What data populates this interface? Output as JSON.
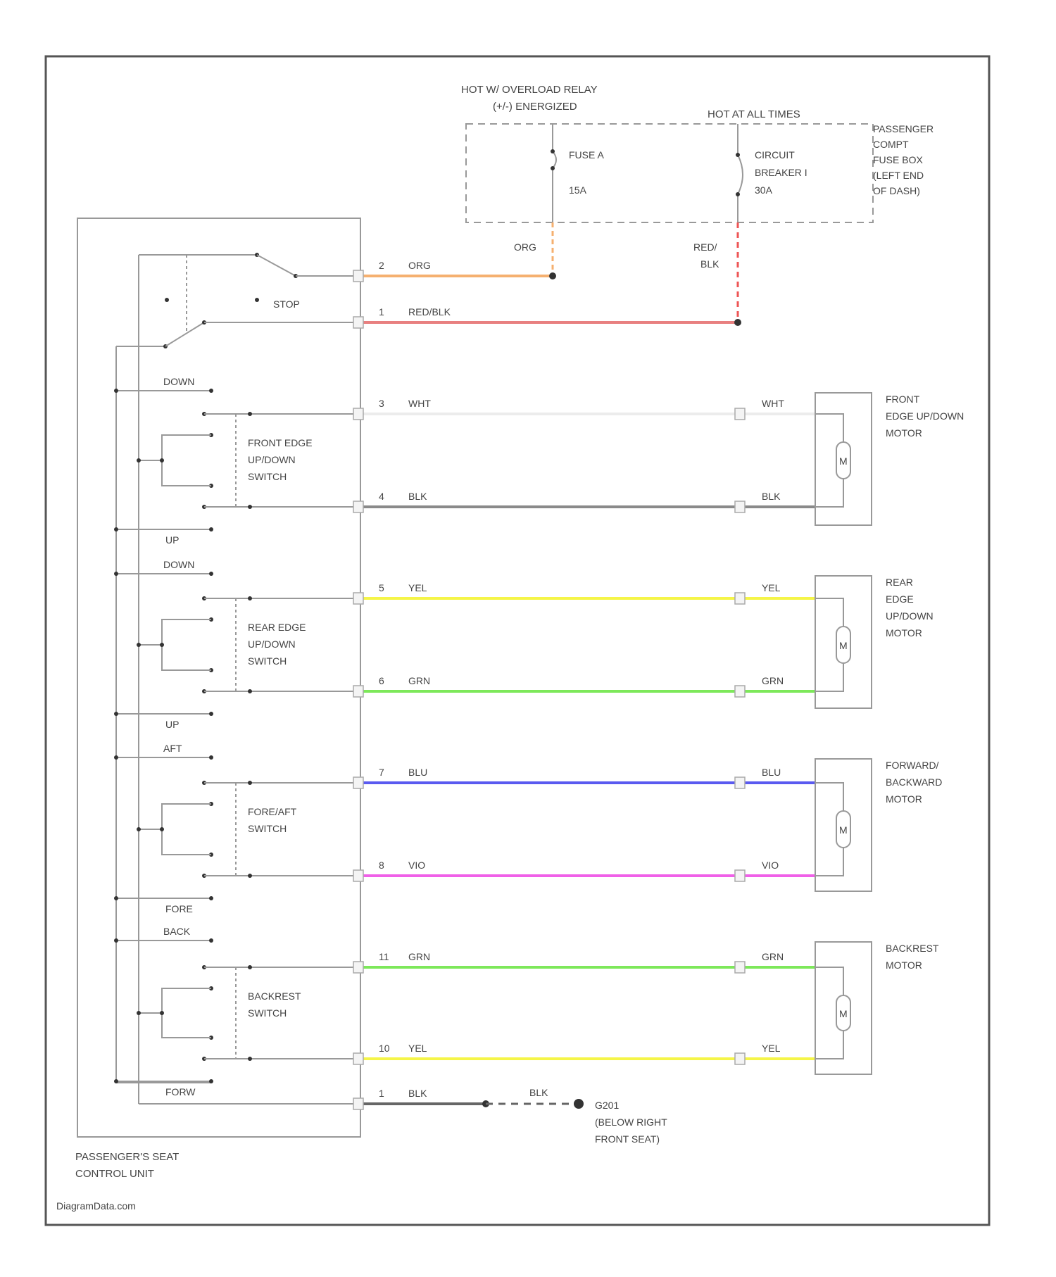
{
  "header": {
    "relay_line1": "HOT W/ OVERLOAD RELAY",
    "relay_line2": "(+/-) ENERGIZED",
    "hot_all_times": "HOT AT ALL TIMES"
  },
  "fuse_box": {
    "label": [
      "PASSENGER",
      "COMPT",
      "FUSE BOX",
      "(LEFT END",
      "OF DASH)"
    ],
    "fuse_name": "FUSE A",
    "fuse_rating": "15A",
    "breaker_line1": "CIRCUIT",
    "breaker_line2": "BREAKER I",
    "breaker_line3": "30A"
  },
  "control_unit": {
    "label_line1": "PASSENGER'S SEAT",
    "label_line2": "CONTROL UNIT",
    "stop": "STOP"
  },
  "switches": [
    {
      "line1": "FRONT EDGE",
      "line2": "UP/DOWN",
      "line3": "SWITCH",
      "top": "DOWN",
      "bottom": "UP"
    },
    {
      "line1": "REAR EDGE",
      "line2": "UP/DOWN",
      "line3": "SWITCH",
      "top": "DOWN",
      "bottom": "UP"
    },
    {
      "line1": "FORE/AFT",
      "line2": "SWITCH",
      "line3": "",
      "top": "AFT",
      "bottom": "FORE"
    },
    {
      "line1": "BACKREST",
      "line2": "SWITCH",
      "line3": "",
      "top": "BACK",
      "bottom": "FORW"
    }
  ],
  "supply_wires": [
    {
      "pin": "2",
      "color": "ORG",
      "vert_label": "ORG"
    },
    {
      "pin": "1",
      "color": "RED/BLK",
      "vert_label1": "RED/",
      "vert_label2": "BLK"
    }
  ],
  "motor_wires": [
    {
      "pin": "3",
      "color": "WHT",
      "hex": "#ececec"
    },
    {
      "pin": "4",
      "color": "BLK",
      "hex": "#8a8a8a"
    },
    {
      "pin": "5",
      "color": "YEL",
      "hex": "#f5f548"
    },
    {
      "pin": "6",
      "color": "GRN",
      "hex": "#7de85a"
    },
    {
      "pin": "7",
      "color": "BLU",
      "hex": "#5a5af0"
    },
    {
      "pin": "8",
      "color": "VIO",
      "hex": "#f060e8"
    },
    {
      "pin": "11",
      "color": "GRN",
      "hex": "#7de85a"
    },
    {
      "pin": "10",
      "color": "YEL",
      "hex": "#f5f548"
    }
  ],
  "motors": [
    {
      "line1": "FRONT",
      "line2": "EDGE UP/DOWN",
      "line3": "MOTOR",
      "line4": "",
      "symbol": "M"
    },
    {
      "line1": "REAR",
      "line2": "EDGE",
      "line3": "UP/DOWN",
      "line4": "MOTOR",
      "symbol": "M"
    },
    {
      "line1": "FORWARD/",
      "line2": "BACKWARD",
      "line3": "MOTOR",
      "line4": "",
      "symbol": "M"
    },
    {
      "line1": "BACKREST",
      "line2": "MOTOR",
      "line3": "",
      "line4": "",
      "symbol": "M"
    }
  ],
  "ground": {
    "pin": "1",
    "color": "BLK",
    "dash_label": "BLK",
    "name": "G201",
    "loc_line1": "(BELOW RIGHT",
    "loc_line2": "FRONT SEAT)"
  },
  "colors": {
    "org": "#f5b070",
    "redblk": "#e88080",
    "redblk_dash": "#ee5555",
    "gnd": "#666666"
  },
  "watermark": "DiagramData.com"
}
